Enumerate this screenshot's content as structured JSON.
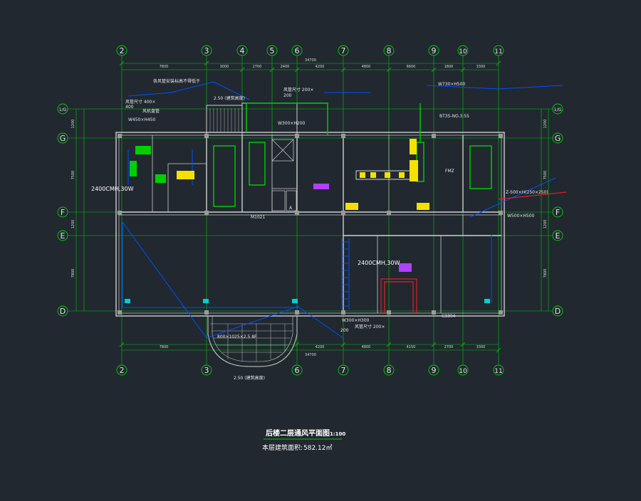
{
  "colors": {
    "background": "#212830",
    "grid_line": "#00c800",
    "grid_bubble": "#00d200",
    "wall": "#cfcfcf",
    "duct": "#0050ff",
    "duct_text": "#4080ff",
    "pipe_red": "#e02020",
    "text": "#e8e8e8",
    "equip": "#f5e000",
    "purple": "#b040ff",
    "cyan": "#00d0d0"
  },
  "grid": {
    "columns_top": [
      "2",
      "3",
      "4",
      "5",
      "6",
      "7",
      "8",
      "9",
      "10",
      "11"
    ],
    "columns_bottom": [
      "2",
      "3",
      "6",
      "7",
      "8",
      "9",
      "10",
      "11"
    ],
    "rows_left": [
      "1/G",
      "G",
      "F",
      "E",
      "D"
    ],
    "rows_right": [
      "1/G",
      "G",
      "F",
      "E",
      "D"
    ]
  },
  "dimensions": {
    "top_total": "34700",
    "top_segments": [
      "7800",
      "3000",
      "2700",
      "2400",
      "4200",
      "4800",
      "6600",
      "1800",
      "3300"
    ],
    "bottom_total": "34700",
    "bottom_segments": [
      "7800",
      "4200",
      "4800",
      "4150",
      "2700",
      "3300"
    ],
    "left_segments": [
      "1200",
      "7500",
      "1200",
      "7800"
    ],
    "right_segments": [
      "1200",
      "7500",
      "1200",
      "7800"
    ]
  },
  "annotations": {
    "a1": "各风管安装标高不得低于",
    "a2": "2.50 (建筑高度)",
    "a3": "风管尺寸 200×",
    "a4": "200",
    "a5": "W300×H200",
    "a6": "风机盘管",
    "a7": "W450×H450",
    "a8": "风管尺寸 400×",
    "a9": "400",
    "a10": "2400CMH,30W",
    "a11": "W730×H500",
    "a12": "BT35-NO.3.55",
    "a13": "FMZ",
    "a14": "Z-500×H(250×250)",
    "a15": "W500×H500",
    "a16": "2400CMH,30W",
    "a17": "W300×H300",
    "a18": "风管尺寸 200×",
    "a19": "200",
    "a20": "800×1025×2.5 8F",
    "a21": "2.50 (建筑高度)",
    "a22": "A",
    "a23": "M1021",
    "a24": "C3304"
  },
  "title": {
    "main": "后楼二层通风平面图",
    "scale": "1:100",
    "area_label": "本层建筑面积:",
    "area_value": "582.12㎡"
  }
}
